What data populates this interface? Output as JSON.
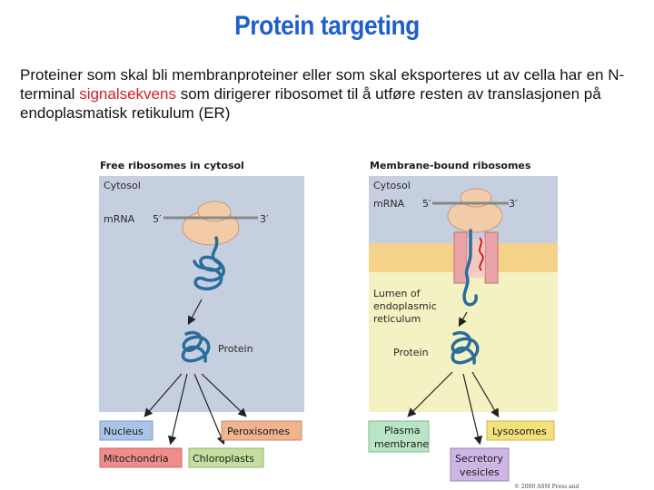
{
  "title": "Protein targeting",
  "intro": {
    "before": "Proteiner som skal bli membranproteiner eller som skal eksporteres ut av cella har en N-terminal ",
    "highlight": "signalsekvens",
    "after": " som dirigerer ribosomet til å utføre resten av translasjonen på endoplasmatisk retikulum (ER)"
  },
  "colors": {
    "title": "#1f5fcc",
    "highlight": "#d0202a",
    "cytosol_bg": "#c5cfe0",
    "er_lumen_bg": "#f4f1c2",
    "ribosome": "#f2cba9",
    "protein": "#2a6d9c",
    "translocon": "#e9a4a8",
    "nucleus": "#a9c4e6",
    "peroxisomes": "#f0b48e",
    "mitochondria": "#ef8c8c",
    "chloroplasts": "#c5dea0",
    "plasma_membrane": "#b9e4c6",
    "lysosomes": "#f3e27c",
    "secretory_vesicles": "#ceb6e4"
  },
  "diagram": {
    "left": {
      "heading": "Free ribosomes in cytosol",
      "cytosol_label": "Cytosol",
      "mrna_label": "mRNA",
      "five_prime": "5′",
      "three_prime": "3′",
      "protein_label": "Protein",
      "destinations": [
        "Nucleus",
        "Peroxisomes",
        "Mitochondria",
        "Chloroplasts"
      ]
    },
    "right": {
      "heading": "Membrane-bound ribosomes",
      "cytosol_label": "Cytosol",
      "mrna_label": "mRNA",
      "five_prime": "5′",
      "three_prime": "3′",
      "lumen_label_lines": [
        "Lumen of",
        "endoplasmic",
        "reticulum"
      ],
      "protein_label": "Protein",
      "destinations": [
        "Plasma membrane",
        "Lysosomes",
        "Secretory vesicles"
      ],
      "plasma_membrane_lines": [
        "Plasma",
        "membrane"
      ],
      "secretory_vesicles_lines": [
        "Secretory",
        "vesicles"
      ]
    },
    "copyright": "© 2000 ASM Press and"
  }
}
